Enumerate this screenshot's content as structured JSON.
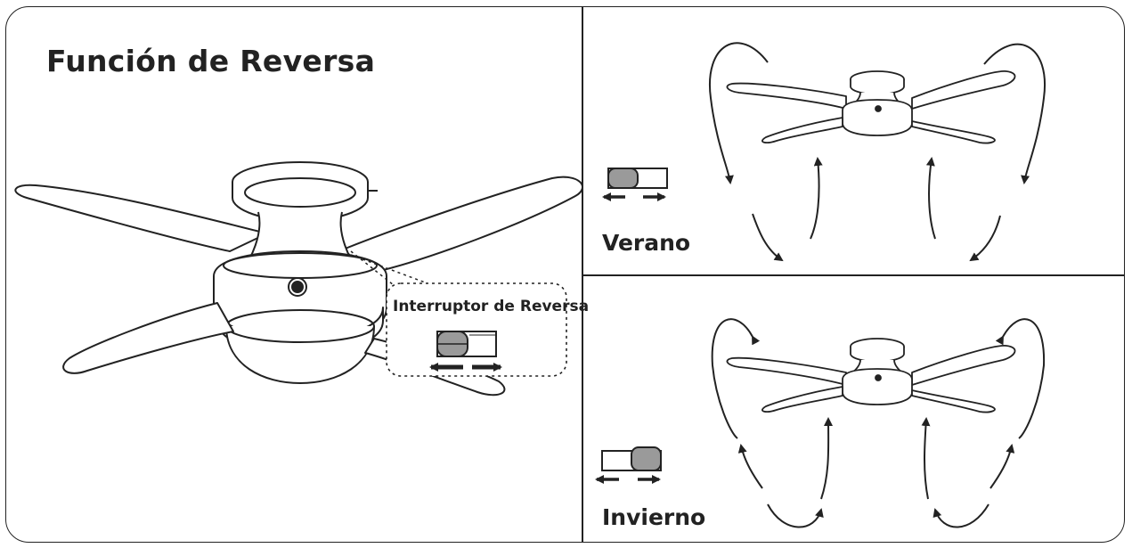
{
  "title": "Función de Reversa",
  "callout": {
    "switch_label": "Interruptor de Reversa"
  },
  "panels": {
    "summer": {
      "label": "Verano",
      "switch_position": "left"
    },
    "winter": {
      "label": "Invierno",
      "switch_position": "right"
    }
  },
  "colors": {
    "line": "#222222",
    "switch_fill": "#9a9a9a",
    "switch_dark": "#555555"
  }
}
